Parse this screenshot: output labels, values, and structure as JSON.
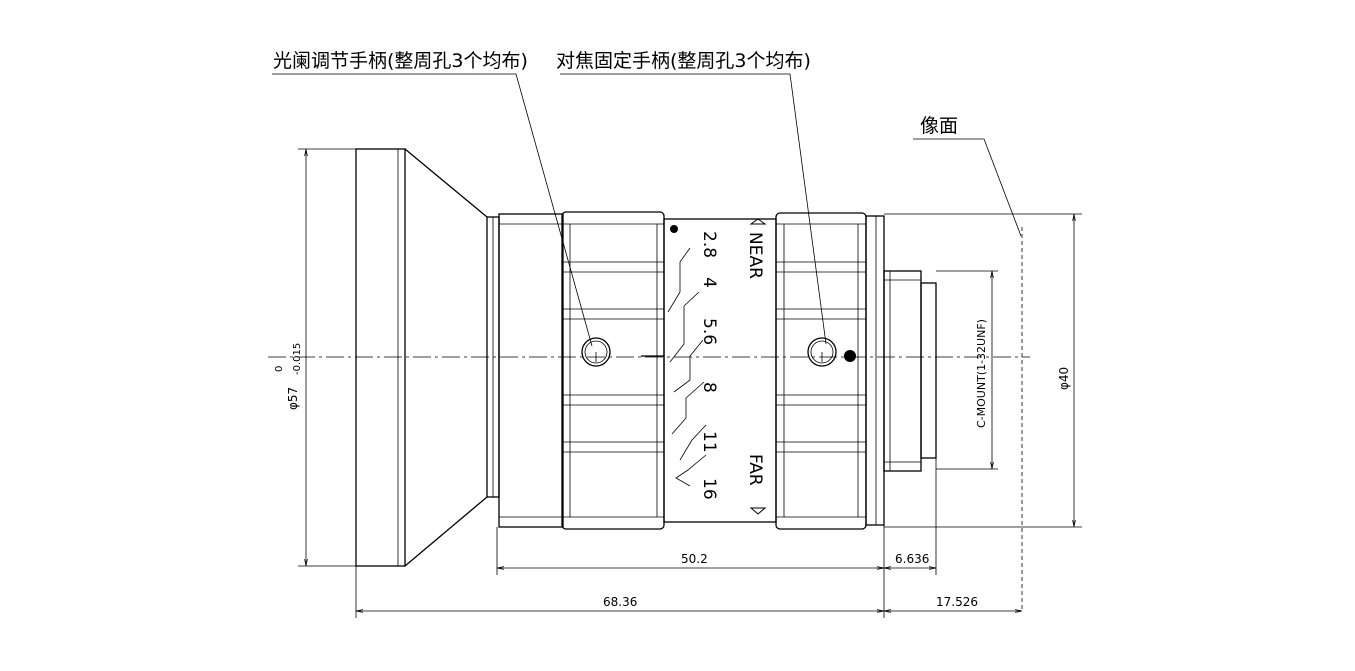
{
  "callouts": {
    "aperture_handle": "光阑调节手柄(整周孔3个均布)",
    "focus_handle": "对焦固定手柄(整周孔3个均布)",
    "image_plane": "像面"
  },
  "scales": {
    "aperture": [
      "2.8",
      "4",
      "5.6",
      "8",
      "11",
      "16"
    ],
    "near": "NEAR",
    "far": "FAR"
  },
  "dimensions": {
    "overall_diameter_main": "φ57",
    "overall_diameter_tol_upper": "0",
    "overall_diameter_tol_lower": "-0.015",
    "rear_diameter": "φ40",
    "mount": "C-MOUNT(1-32UNF)",
    "body_length": "50.2",
    "total_length": "68.36",
    "flange_length": "6.636",
    "back_focal": "17.526"
  }
}
